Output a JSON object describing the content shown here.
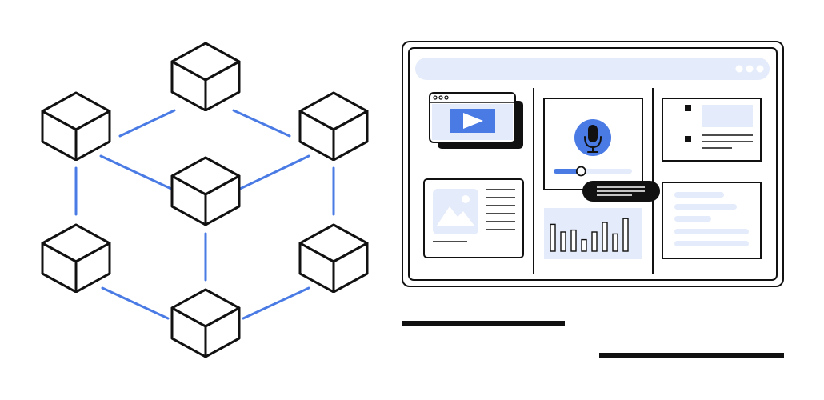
{
  "colors": {
    "ink": "#111111",
    "accent": "#4a7be5",
    "light_fill": "#e4ebfa",
    "background": "#ffffff"
  },
  "icons": {
    "network": "cube-network-icon",
    "window_controls": "window-dots-icon",
    "video": "play-icon",
    "audio": "microphone-icon",
    "image": "mountain-image-icon",
    "chart": "bar-chart-icon",
    "list": "bullet-list-icon"
  },
  "audio_progress": 0.35,
  "bar_chart": {
    "type": "bar",
    "values": [
      0.7,
      0.5,
      0.55,
      0.3,
      0.5,
      0.75,
      0.45,
      0.85
    ]
  }
}
